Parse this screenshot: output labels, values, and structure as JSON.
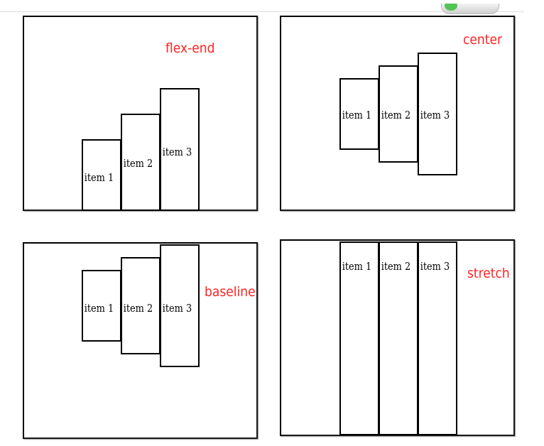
{
  "panels": {
    "flex_end": {
      "label": "flex-end",
      "items": [
        "item 1",
        "item 2",
        "item 3"
      ]
    },
    "center": {
      "label": "center",
      "items": [
        "item 1",
        "item 2",
        "item 3"
      ]
    },
    "baseline": {
      "label": "baseline",
      "items": [
        "item 1",
        "item 2",
        "item 3"
      ]
    },
    "stretch": {
      "label": "stretch",
      "items": [
        "item 1",
        "item 2",
        "item 3"
      ]
    }
  },
  "colors": {
    "label": "#ff2222",
    "border": "#000000",
    "background": "#ffffff"
  }
}
